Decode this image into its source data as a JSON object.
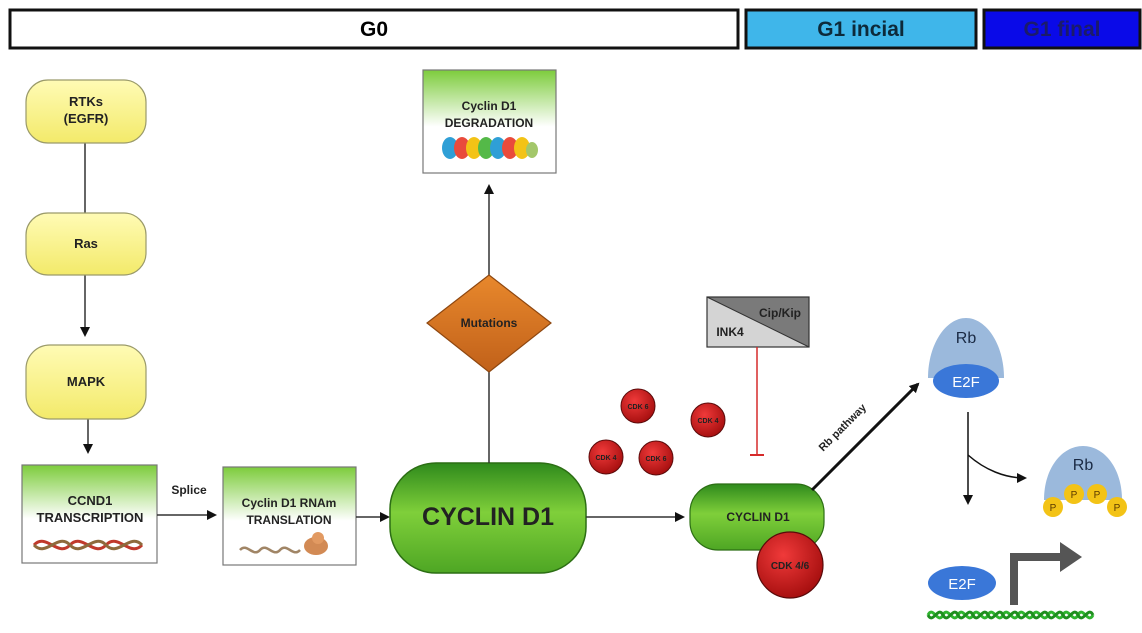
{
  "phases": {
    "g0": "G0",
    "g1_initial": "G1 incial",
    "g1_final": "G1 final"
  },
  "nodes": {
    "rtks_line1": "RTKs",
    "rtks_line2": "(EGFR)",
    "ras": "Ras",
    "mapk": "MAPK",
    "ccnd1_line1": "CCND1",
    "ccnd1_line2": "TRANSCRIPTION",
    "translation_line1": "Cyclin D1 RNAm",
    "translation_line2": "TRANSLATION",
    "cyclin_d1_main": "CYCLIN D1",
    "degradation_line1": "Cyclin D1",
    "degradation_line2": "DEGRADATION",
    "mutations": "Mutations",
    "cip_kip": "Cip/Kip",
    "ink4": "INK4",
    "cdk_small": [
      "CDK 6",
      "CDK 4",
      "CDK 4",
      "CDK 6"
    ],
    "cyclin_d1_complex": "CYCLIN D1",
    "cdk_46": "CDK 4/6",
    "rb_top": "Rb",
    "e2f_top": "E2F",
    "rb_bottom": "Rb",
    "phosphate": [
      "P",
      "P",
      "P",
      "P"
    ],
    "e2f_bottom": "E2F"
  },
  "edge_labels": {
    "splice": "Splice",
    "rb_pathway": "Rb pathway"
  },
  "colors": {
    "phase_g0": "#ffffff",
    "phase_g1_initial": "#3fb6ea",
    "phase_g1_final": "#0a0ae8",
    "yellow_node": "#fbf58e",
    "orange_diamond": "#d8741c",
    "green_main": "#5fb82a",
    "cdk_red": "#cc1c1c",
    "rb_blue": "#9bb9dc",
    "e2f_blue": "#3a77d8",
    "phosphate_yellow": "#f3c316",
    "dna_green": "#2fb52f"
  }
}
